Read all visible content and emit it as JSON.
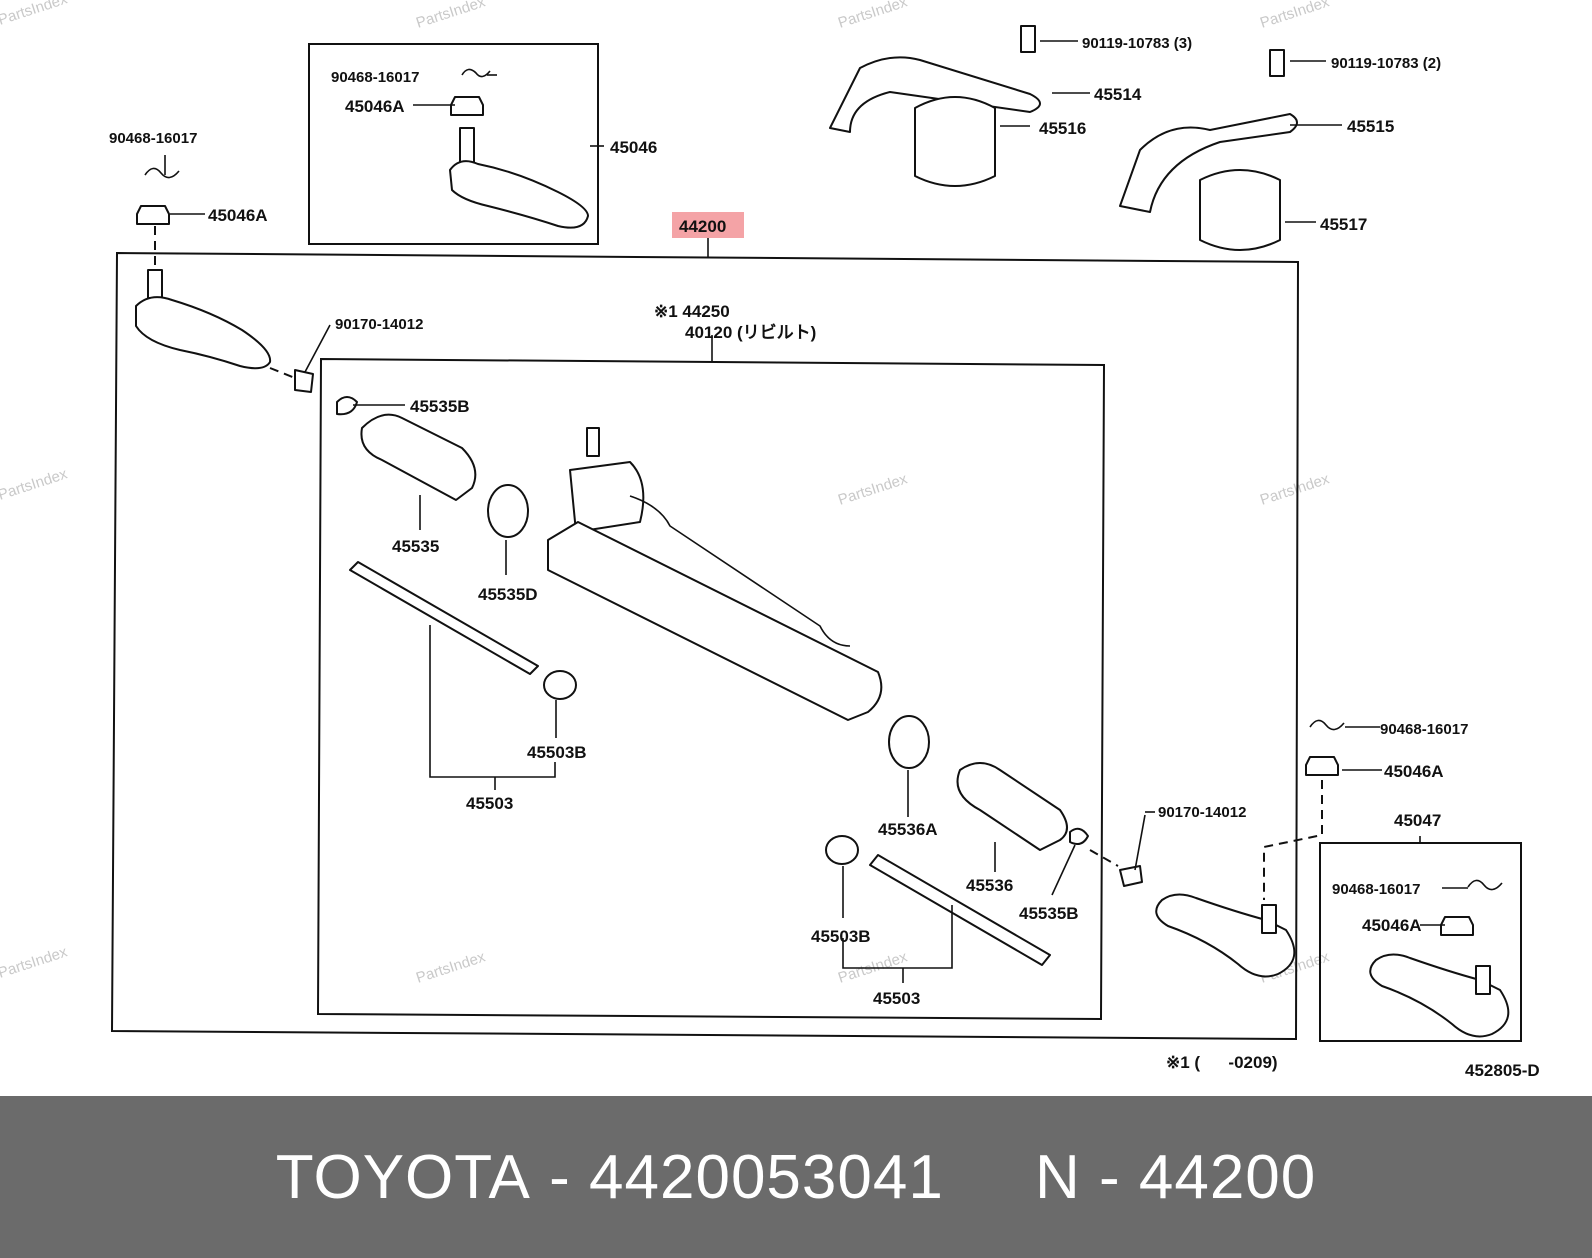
{
  "highlight_color": "#f4a3a6",
  "footer_color": "#6b6b6b",
  "watermark": "PartsIndex",
  "labels": {
    "tie_end_clip_top": "90468-16017",
    "nut_top_box": "45046A",
    "tie_end_box_top": "45046",
    "clip_left": "90468-16017",
    "nut_left": "45046A",
    "assembly": "44200",
    "bolt_a": "90119-10783 (3)",
    "bracket_a": "45514",
    "bushing_a": "45516",
    "bolt_b": "90119-10783 (2)",
    "bracket_b": "45515",
    "bushing_b": "45517",
    "lock_nut_left": "90170-14012",
    "rebuild_1": "※1 44250",
    "rebuild_2": "40120 (リビルト)",
    "clamp_left": "45535B",
    "boot_left": "45535",
    "clip_ring_left": "45535D",
    "washer_left": "45503B",
    "rod_left": "45503",
    "clip_right_top": "90468-16017",
    "nut_right_top": "45046A",
    "tie_end_box_right": "45047",
    "clip_right_box": "90468-16017",
    "nut_right_box": "45046A",
    "lock_nut_right": "90170-14012",
    "clamp_ring_right": "45536A",
    "boot_right": "45536",
    "clamp_right": "45535B",
    "washer_right": "45503B",
    "rod_right": "45503",
    "note": "※1 (      -0209)",
    "diagram_code": "452805-D"
  },
  "footer": {
    "brand": "TOYOTA",
    "sep1": " - ",
    "part_number": "4420053041",
    "gap": "     ",
    "n_code": "N - 44200"
  }
}
